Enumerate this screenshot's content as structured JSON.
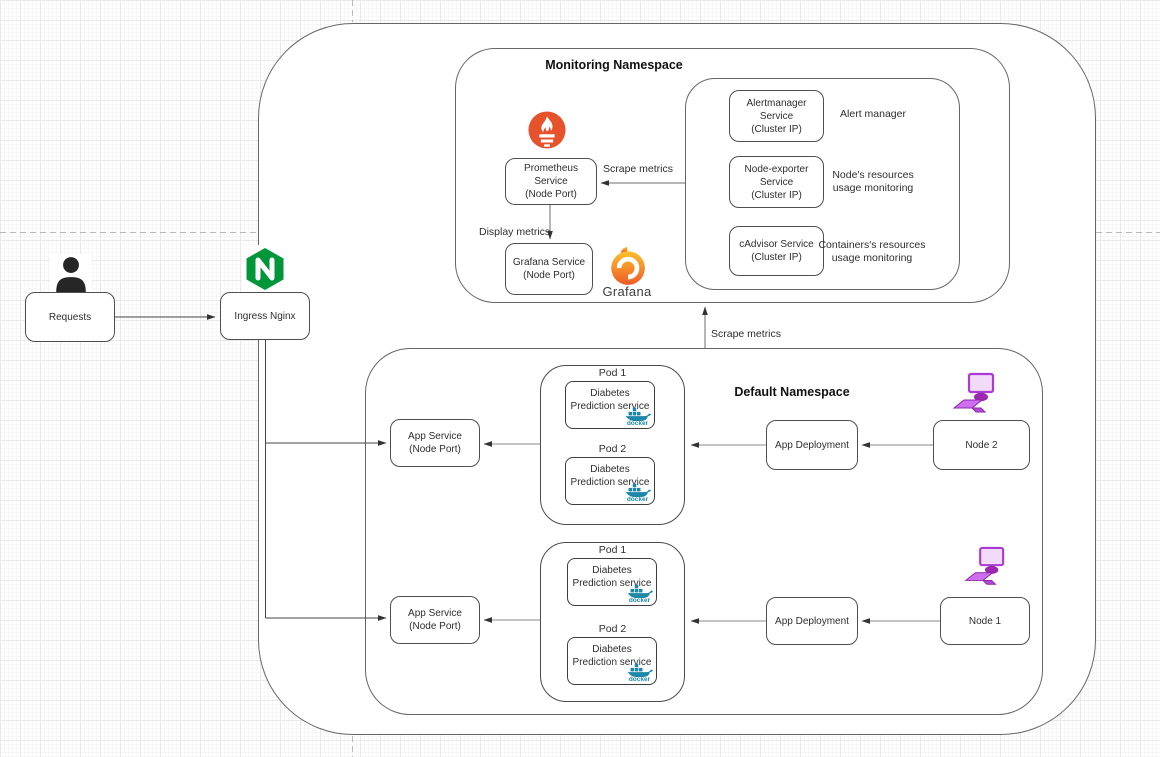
{
  "colors": {
    "nginx_green": "#009639",
    "prometheus_orange": "#e6522c",
    "grafana_orange": "#f05a28",
    "grafana_yellow": "#fbc12d",
    "docker_teal": "#1d87a8",
    "computer_purple": "#9c27b0"
  },
  "external": {
    "requests_label": "Requests",
    "ingress_label": "Ingress Nginx"
  },
  "monitoring": {
    "title": "Monitoring Namespace",
    "prometheus_service": {
      "label": "Prometheus Service",
      "sublabel": "(Node Port)"
    },
    "grafana_service": {
      "label": "Grafana Service",
      "sublabel": "(Node Port)"
    },
    "grafana_wordmark": "Grafana",
    "scrape_label": "Scrape metrics",
    "display_label": "Display metrics",
    "services": [
      {
        "label": "Alertmanager Service",
        "sublabel": "(Cluster IP)",
        "annotation": "Alert manager"
      },
      {
        "label": "Node-exporter Service",
        "sublabel": "(Cluster IP)",
        "annotation": "Node's resources usage monitoring"
      },
      {
        "label": "cAdvisor Service",
        "sublabel": "(Cluster IP)",
        "annotation": "Containers's resources usage monitoring"
      }
    ]
  },
  "cluster_scrape_label": "Scrape metrics",
  "default_ns": {
    "title": "Default Namespace",
    "groups": [
      {
        "app_service": {
          "label": "App Service",
          "sublabel": "(Node Port)"
        },
        "deployment_label": "App Deployment",
        "node_label": "Node 2",
        "pods": [
          {
            "title": "Pod 1",
            "service_label": "Diabetes Prediction service",
            "docker_label": "docker"
          },
          {
            "title": "Pod 2",
            "service_label": "Diabetes Prediction service",
            "docker_label": "docker"
          }
        ]
      },
      {
        "app_service": {
          "label": "App Service",
          "sublabel": "(Node Port)"
        },
        "deployment_label": "App Deployment",
        "node_label": "Node 1",
        "pods": [
          {
            "title": "Pod 1",
            "service_label": "Diabetes Prediction service",
            "docker_label": "docker"
          },
          {
            "title": "Pod 2",
            "service_label": "Diabetes Prediction service",
            "docker_label": "docker"
          }
        ]
      }
    ]
  }
}
